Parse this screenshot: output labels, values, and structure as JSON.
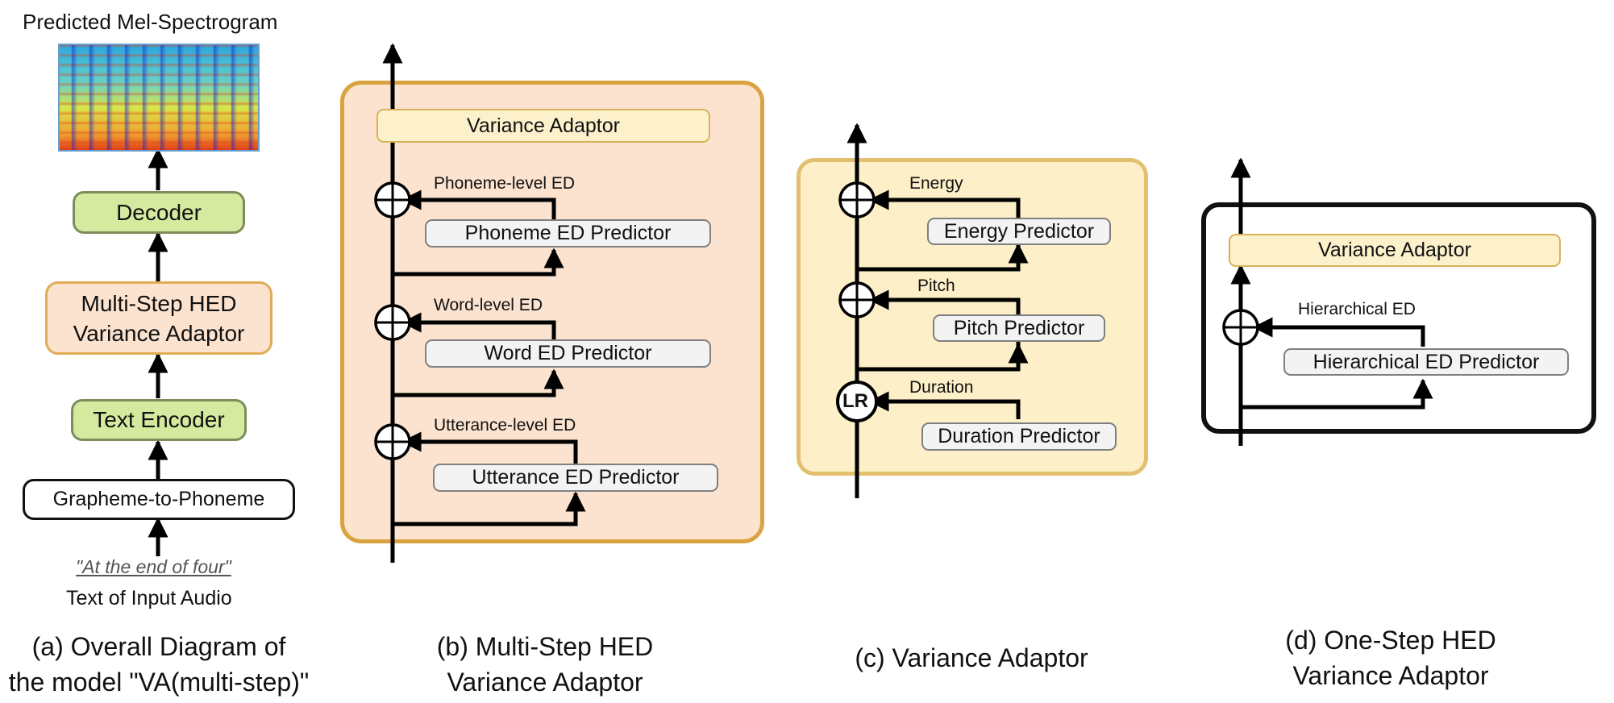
{
  "panel_a": {
    "output_label": "Predicted Mel-Spectrogram",
    "decoder": "Decoder",
    "va_line1": "Multi-Step HED",
    "va_line2": "Variance Adaptor",
    "text_encoder": "Text Encoder",
    "g2p": "Grapheme-to-Phoneme",
    "input_text": "\"At the end of four\"",
    "input_caption": "Text of Input Audio",
    "caption_line1": "(a) Overall Diagram of",
    "caption_line2": "the model \"VA(multi-step)\""
  },
  "panel_b": {
    "top_bar": "Variance Adaptor",
    "phoneme_label": "Phoneme-level ED",
    "phoneme_predictor": "Phoneme ED Predictor",
    "word_label": "Word-level ED",
    "word_predictor": "Word ED Predictor",
    "utterance_label": "Utterance-level ED",
    "utterance_predictor": "Utterance ED Predictor",
    "caption_line1": "(b) Multi-Step HED",
    "caption_line2": "Variance Adaptor"
  },
  "panel_c": {
    "energy_label": "Energy",
    "energy_predictor": "Energy Predictor",
    "pitch_label": "Pitch",
    "pitch_predictor": "Pitch Predictor",
    "duration_label": "Duration",
    "duration_predictor": "Duration Predictor",
    "lr_symbol": "LR",
    "caption": "(c) Variance Adaptor"
  },
  "panel_d": {
    "top_bar": "Variance Adaptor",
    "hier_label": "Hierarchical ED",
    "hier_predictor": "Hierarchical ED Predictor",
    "caption_line1": "(d) One-Step HED",
    "caption_line2": "Variance Adaptor"
  },
  "colors": {
    "green_fill": "#d6ea9f",
    "orange_fill": "#fbe3cf",
    "orange_border": "#e0ad55",
    "yellow_fill": "#fdf1cc",
    "yellow_border": "#d8b25a",
    "predictor_fill": "#f3f3f3"
  }
}
